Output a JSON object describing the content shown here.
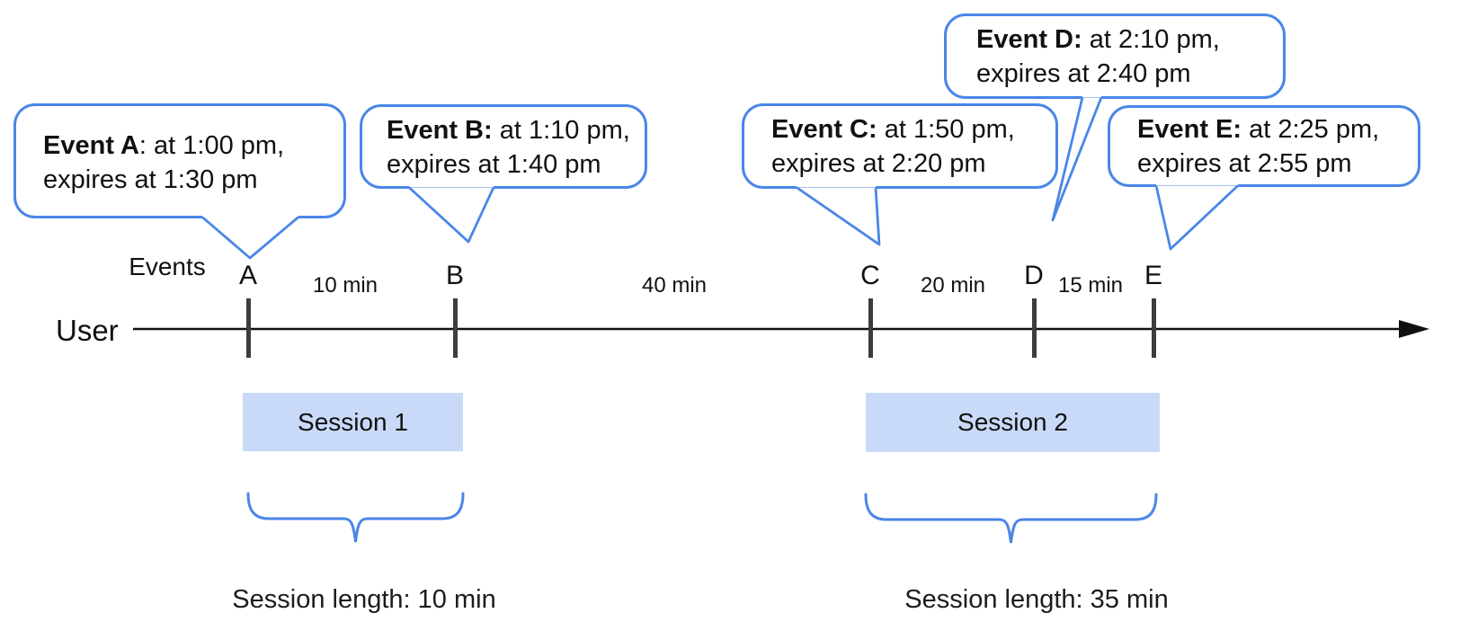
{
  "diagram": {
    "title_hint": "Event/session timeline",
    "user_label": "User",
    "events_label": "Events",
    "bubbles": [
      {
        "name": "A",
        "bold": "Event A",
        "rest": ": at 1:00 pm,",
        "line2": "expires at 1:30 pm"
      },
      {
        "name": "B",
        "bold": "Event B:",
        "rest": " at 1:10 pm,",
        "line2": "expires at 1:40 pm"
      },
      {
        "name": "C",
        "bold": "Event C:",
        "rest": " at 1:50 pm,",
        "line2": "expires at 2:20 pm"
      },
      {
        "name": "D",
        "bold": "Event D:",
        "rest": " at 2:10 pm,",
        "line2": "expires at 2:40 pm"
      },
      {
        "name": "E",
        "bold": "Event E:",
        "rest": " at 2:25 pm,",
        "line2": "expires at 2:55 pm"
      }
    ],
    "ticks": [
      "A",
      "B",
      "C",
      "D",
      "E"
    ],
    "intervals": [
      "10 min",
      "40 min",
      "20 min",
      "15 min"
    ],
    "sessions": [
      {
        "label": "Session 1",
        "length_label": "Session length: 10 min"
      },
      {
        "label": "Session 2",
        "length_label": "Session length: 35 min"
      }
    ],
    "colors": {
      "accent_blue": "#4a86e8",
      "session_fill": "#c9daf8",
      "tick_gray": "#3d3d3d",
      "line_black": "#111111"
    }
  }
}
